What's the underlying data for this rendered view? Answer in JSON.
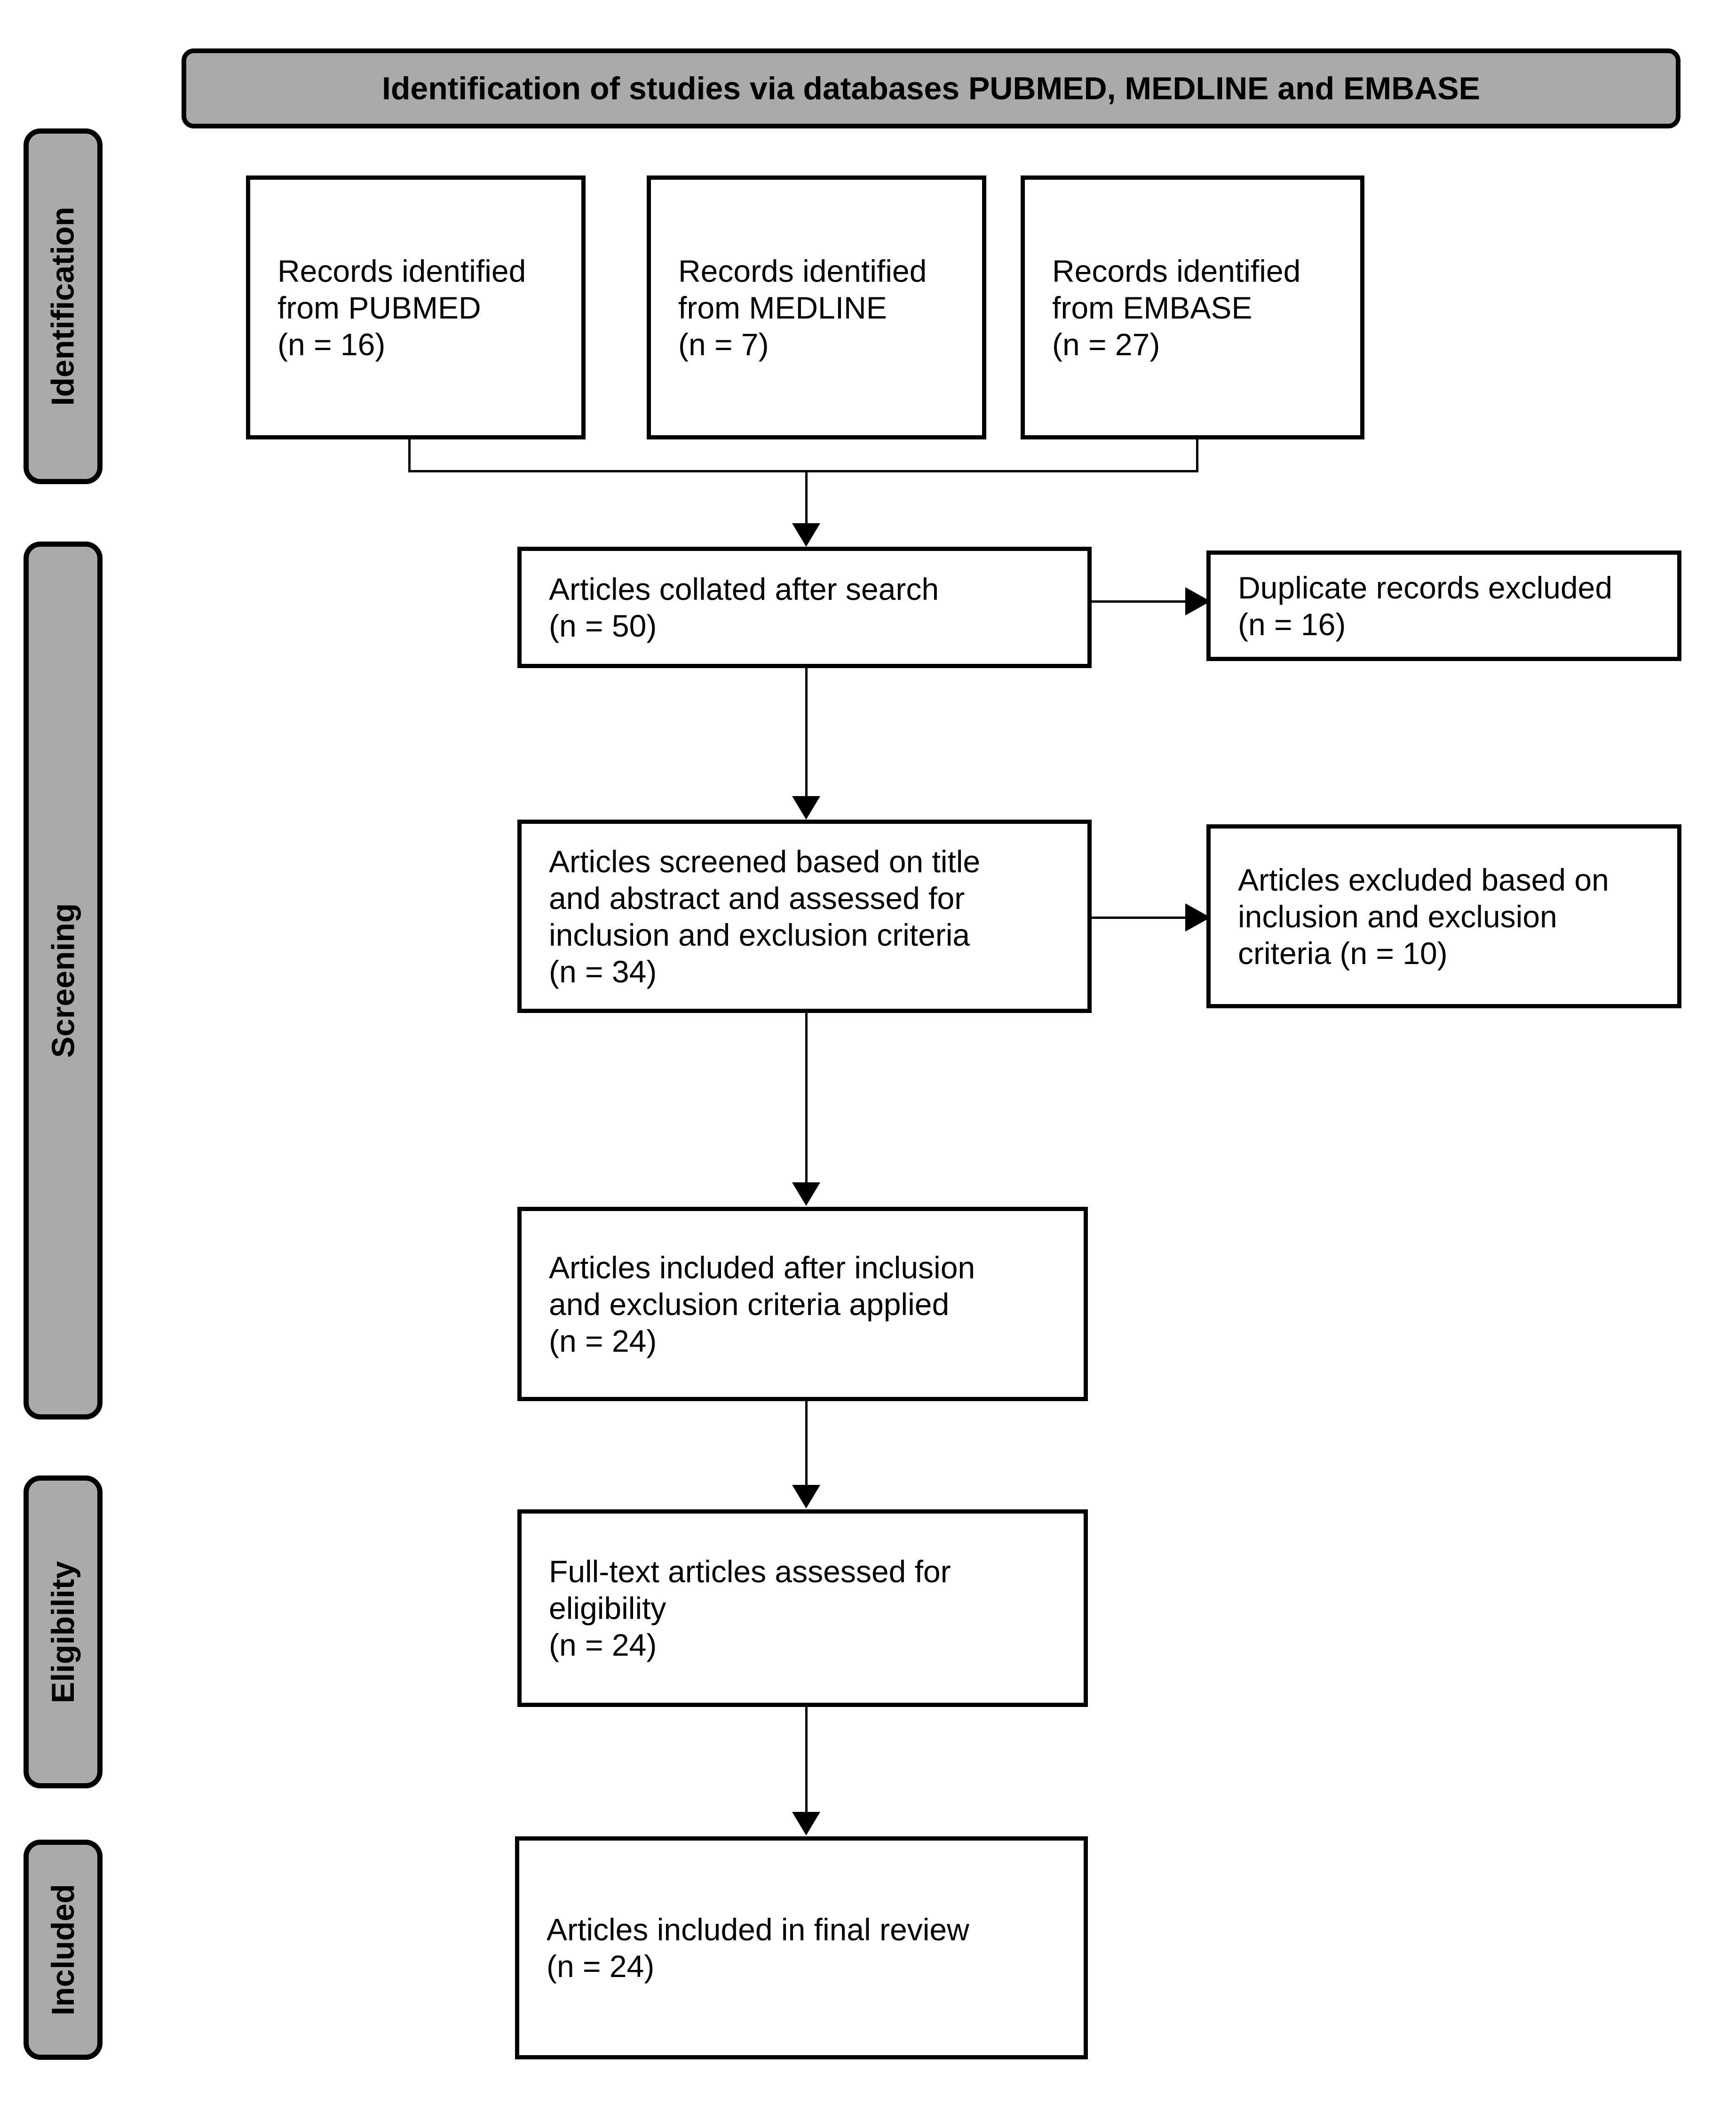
{
  "header": {
    "title": "Identification of studies via databases PUBMED, MEDLINE and EMBASE"
  },
  "stages": {
    "identification": "Identification",
    "screening": "Screening",
    "eligibility": "Eligibility",
    "included": "Included"
  },
  "boxes": {
    "pubmed": "Records identified\nfrom PUBMED\n(n = 16)",
    "medline": "Records identified\nfrom MEDLINE\n(n = 7)",
    "embase": "Records identified\nfrom EMBASE\n(n = 27)",
    "collated": "Articles collated after search\n(n = 50)",
    "duplicates": "Duplicate records excluded\n(n = 16)",
    "screened": "Articles screened based on title\nand abstract and assessed for\ninclusion and exclusion criteria\n(n = 34)",
    "excluded": "Articles excluded based on\ninclusion and exclusion\ncriteria (n = 10)",
    "included_after": "Articles included after inclusion\nand exclusion criteria applied\n(n = 24)",
    "fulltext": "Full-text articles assessed for\neligibility\n(n = 24)",
    "final": "Articles included in final review\n(n = 24)"
  },
  "counts": {
    "records_pubmed": 16,
    "records_medline": 7,
    "records_embase": 27,
    "collated_after_search": 50,
    "duplicates_excluded": 16,
    "screened_title_abstract": 34,
    "excluded_by_criteria": 10,
    "included_after_criteria": 24,
    "fulltext_assessed": 24,
    "final_review_included": 24
  },
  "colors": {
    "stage_fill": "#aaaaaa",
    "border": "#000000",
    "background": "#ffffff"
  }
}
